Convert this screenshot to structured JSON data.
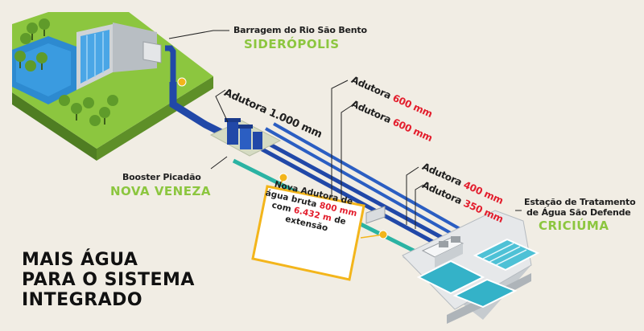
{
  "labels": {
    "dam_line1": "Barragem do Rio São Bento",
    "dam_city": "SIDERÓPOLIS",
    "booster_line1": "Booster Picadão",
    "booster_city": "NOVA VENEZA",
    "plant_line1": "Estação de Tratamento",
    "plant_line2": "de Água São Defende",
    "plant_city": "CRICIÚMA"
  },
  "pipelines": [
    {
      "prefix": "Adutora ",
      "size": "1.000 mm"
    },
    {
      "prefix": "Adutora ",
      "size": "600 mm"
    },
    {
      "prefix": "Adutora ",
      "size": "600 mm"
    },
    {
      "prefix": "Adutora ",
      "size": "400 mm"
    },
    {
      "prefix": "Adutora ",
      "size": "350 mm"
    }
  ],
  "callout": {
    "line1": "Nova Adutora de",
    "line2_pre": "água bruta ",
    "line2_num": "800 mm",
    "line3_pre": "com ",
    "line3_num": "6.432 m",
    "line3_post": " de",
    "line4": "extensão"
  },
  "headline": {
    "line1": "MAIS ÁGUA",
    "line2": "PARA O SISTEMA",
    "line3": "INTEGRADO"
  },
  "colors": {
    "grass": "#8cc63f",
    "grass_dark": "#6ea52e",
    "water": "#1f7fc6",
    "pipe_blue": "#2148a8",
    "pipe_new": "#2bb3a3",
    "highlight": "#e31e2d",
    "callout_border": "#f3b51b"
  }
}
